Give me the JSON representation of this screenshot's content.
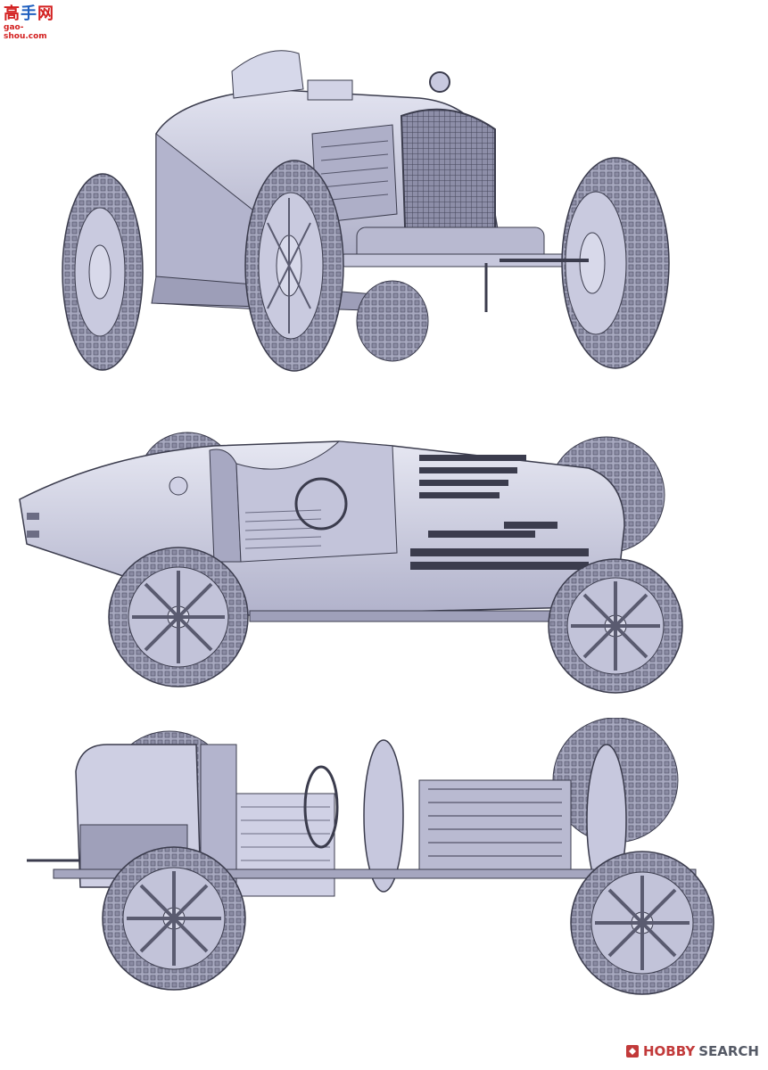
{
  "top_logo": {
    "text_part1": "高",
    "text_part2": "手",
    "text_part3": "网",
    "url": "gao-shou.com"
  },
  "watermark": {
    "brand": "HOBBY",
    "suffix": "SEARCH"
  },
  "colors": {
    "body": "#c7c8df",
    "body_shade": "#9c9db8",
    "line": "#3b3c4d",
    "tire": "#b9bad0",
    "tire_dark": "#6e6f85",
    "brand_red": "#c23a3a"
  },
  "figures": [
    {
      "view": "front three-quarter",
      "icon": "race-car-front-illustration"
    },
    {
      "view": "side body",
      "icon": "race-car-side-illustration"
    },
    {
      "view": "side chassis",
      "icon": "race-car-chassis-illustration"
    }
  ]
}
